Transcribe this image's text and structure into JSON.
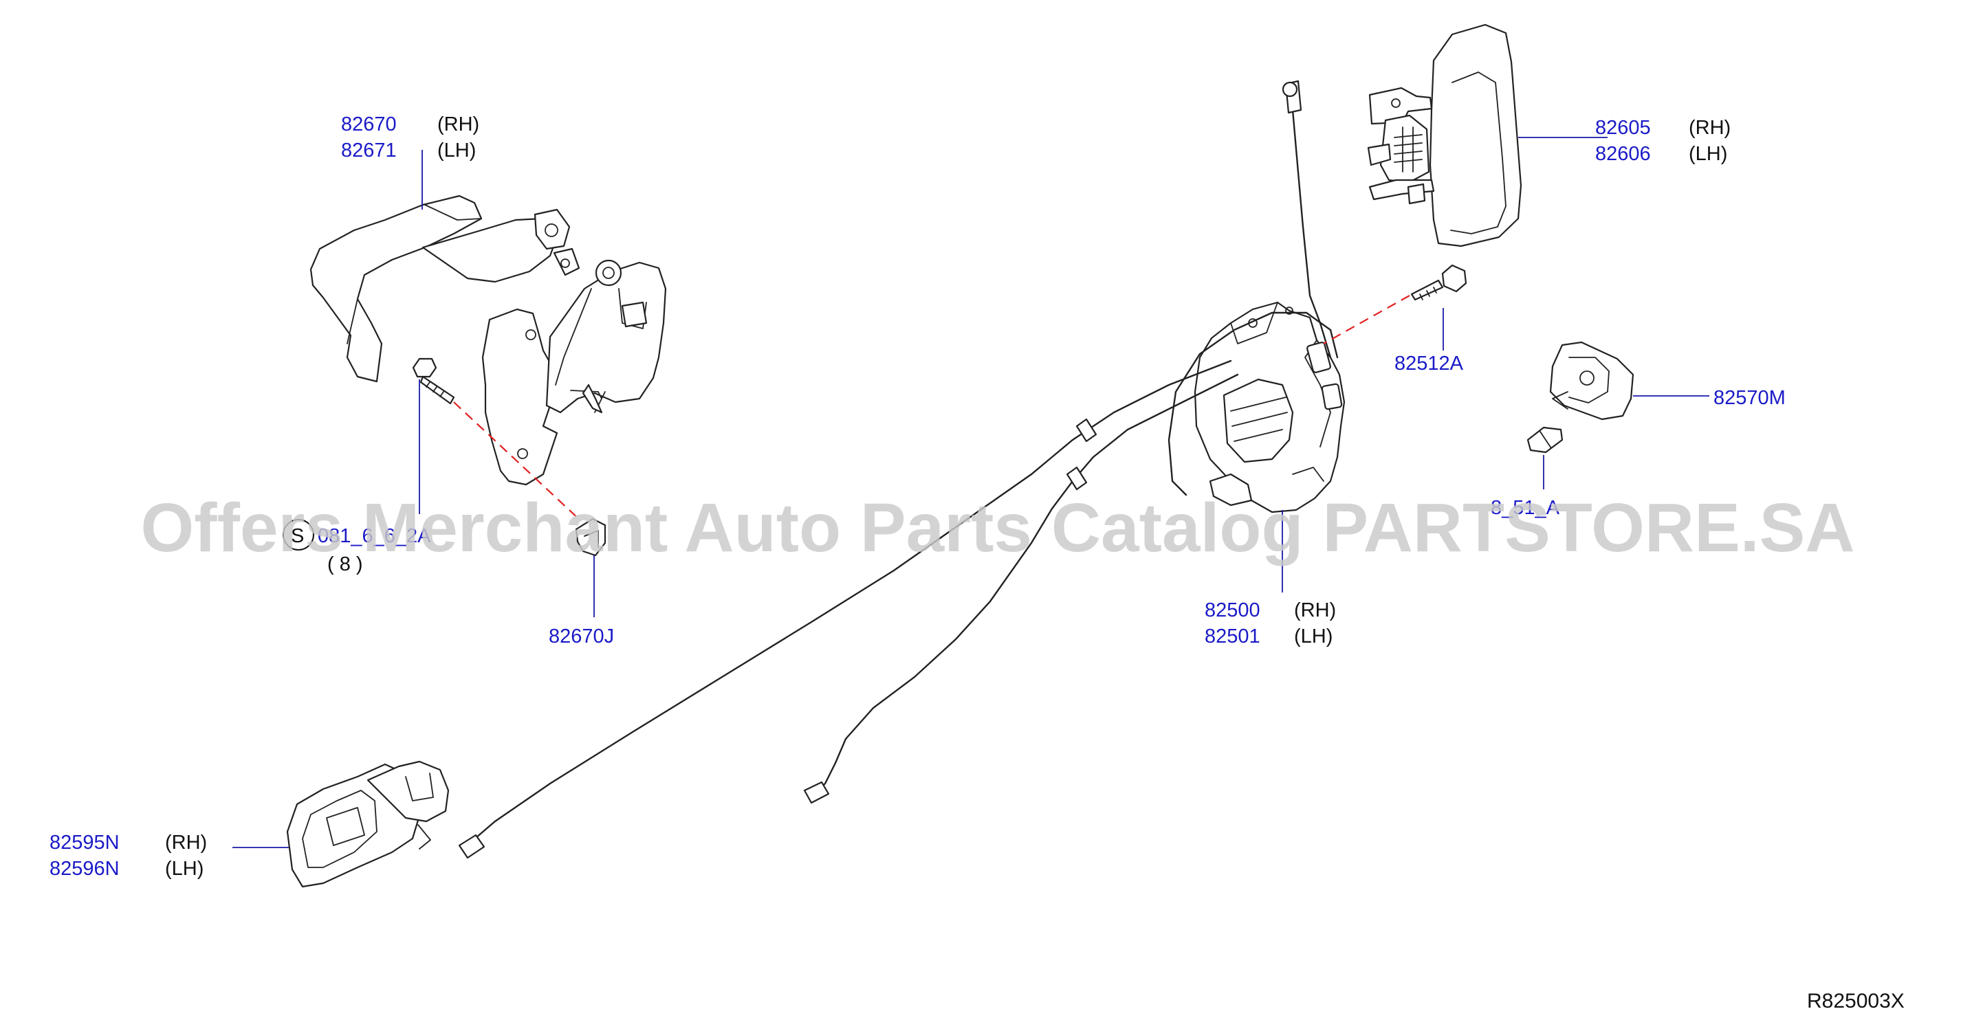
{
  "callouts": {
    "inside_handle_rh": {
      "part": "82670",
      "side": "(RH)"
    },
    "inside_handle_lh": {
      "part": "82671",
      "side": "(LH)"
    },
    "outside_handle_rh": {
      "part": "82605",
      "side": "(RH)"
    },
    "outside_handle_lh": {
      "part": "82606",
      "side": "(LH)"
    },
    "lock_bolt": {
      "part": "82512A"
    },
    "striker": {
      "part": "82570M"
    },
    "striker_screw": {
      "part": "8_51_A"
    },
    "handle_bolt": {
      "symbol": "S",
      "part": "081_6_6_2A",
      "qty": "( 8 )"
    },
    "clip": {
      "part": "82670J"
    },
    "lock_rh": {
      "part": "82500",
      "side": "(RH)"
    },
    "lock_lh": {
      "part": "82501",
      "side": "(LH)"
    },
    "lower_handle_rh": {
      "part": "82595N",
      "side": "(RH)"
    },
    "lower_handle_lh": {
      "part": "82596N",
      "side": "(LH)"
    }
  },
  "diagram_ref": "R825003X",
  "watermark": "Offers Merchant Auto Parts Catalog PARTSTORE.SA",
  "colors": {
    "callout_text": "#1a1ac8",
    "leader": "#1a1aa8",
    "axis_dash": "#e02020",
    "line_art": "#222222",
    "watermark": "#c9c9c9"
  }
}
